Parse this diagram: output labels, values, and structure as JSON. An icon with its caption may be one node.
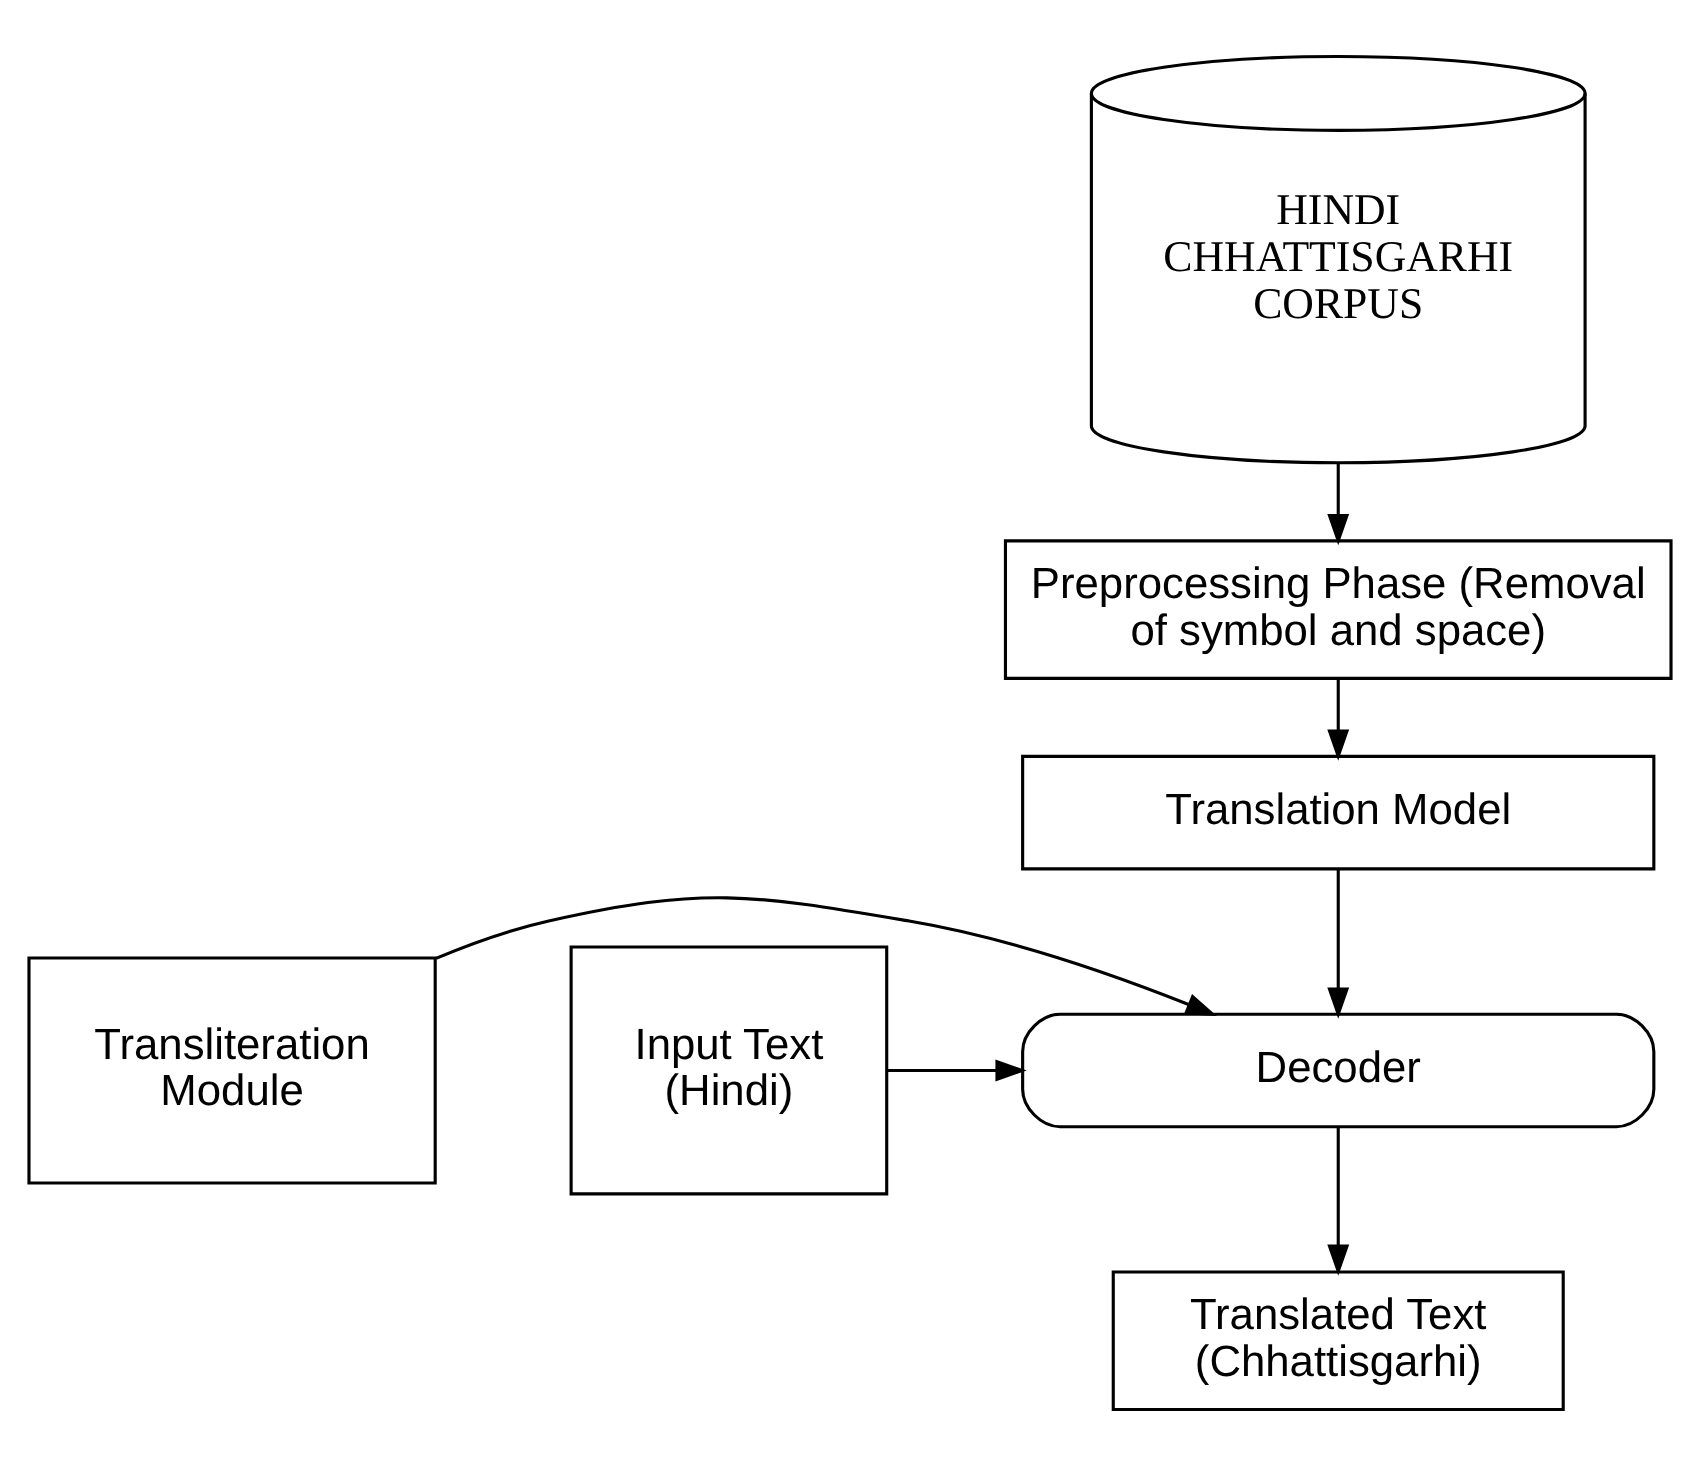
{
  "diagram": {
    "nodes": [
      {
        "text": [
          "HINDI CHHATTISGARHI CORPUS"
        ]
      },
      {
        "text": [
          "Preprocessing Phase (Removal of symbol and space)"
        ]
      },
      {
        "text": [
          "Translation Model"
        ]
      },
      {
        "text": [
          "Transliteration Module"
        ]
      },
      {
        "text": [
          "Decoder"
        ]
      },
      {
        "text": [
          "Input Text (Hindi)"
        ]
      },
      {
        "text": [
          "Translated Text (Chhattisgarhi)"
        ]
      }
    ],
    "edges": [
      {
        "from": 0,
        "to": 1,
        "arrow": "to"
      },
      {
        "from": 1,
        "to": 2,
        "arrow": "to"
      },
      {
        "from": 2,
        "to": 4,
        "arrow": "to"
      },
      {
        "from": 3,
        "to": 4,
        "arrow": "to"
      },
      {
        "from": 5,
        "to": 4,
        "arrow": "to"
      },
      {
        "from": 4,
        "to": 6,
        "arrow": "to"
      }
    ]
  }
}
